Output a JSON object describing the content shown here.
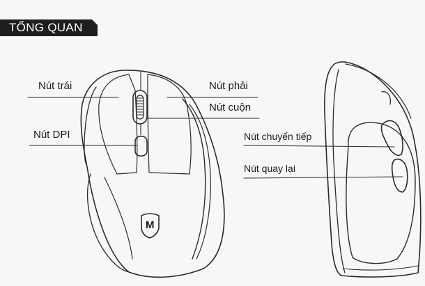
{
  "section": {
    "title": "TỔNG QUAN"
  },
  "front_view": {
    "labels": {
      "left_button": "Nút trái",
      "right_button": "Nút phải",
      "scroll_button": "Nút cuộn",
      "dpi_button": "Nút DPI"
    },
    "logo_letter": "M"
  },
  "side_view": {
    "labels": {
      "forward_button": "Nút chuyển tiếp",
      "back_button": "Nút quay lại"
    }
  },
  "colors": {
    "tab": "#1e1e1e",
    "line": "#2a2a2a",
    "paper": "#f7f7f5"
  }
}
